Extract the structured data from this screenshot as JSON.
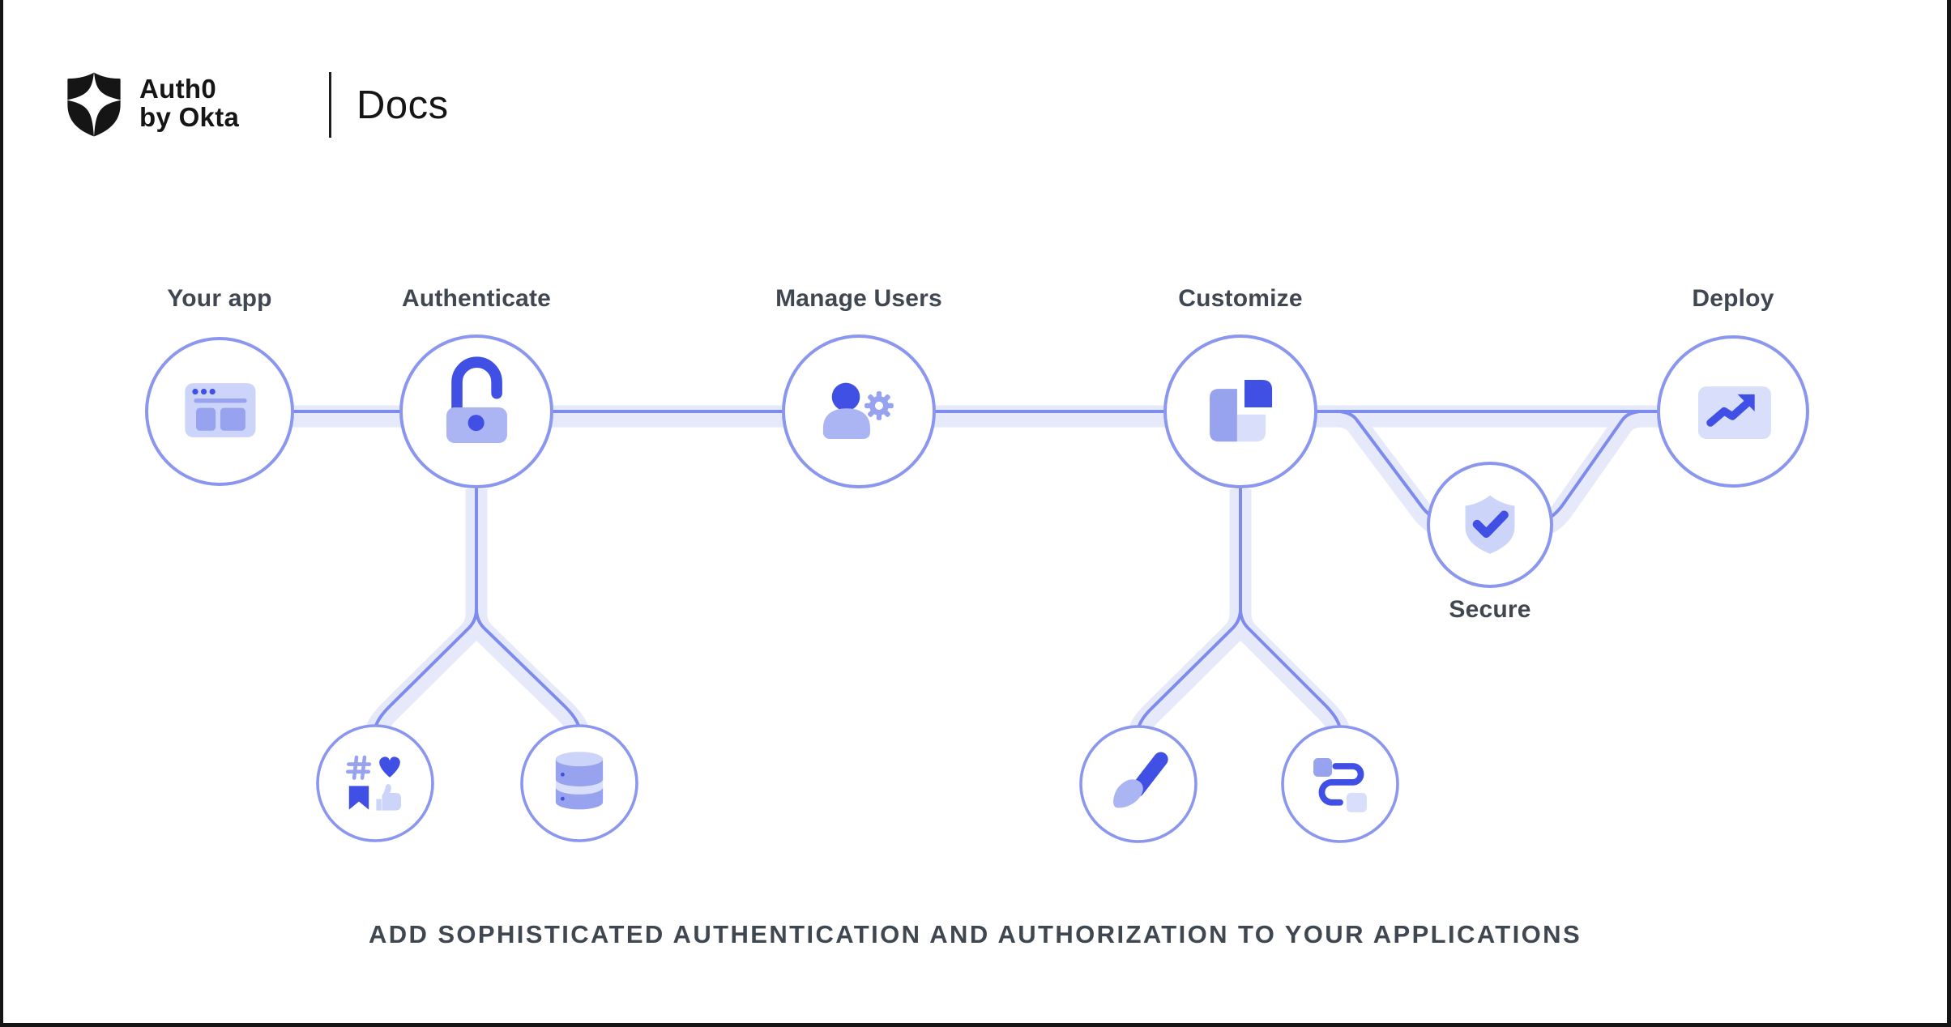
{
  "header": {
    "brand_line1": "Auth0",
    "brand_line2": "by Okta",
    "product": "Docs"
  },
  "diagram": {
    "nodes": [
      {
        "id": "your-app",
        "label": "Your app",
        "icon": "browser-window-icon"
      },
      {
        "id": "authenticate",
        "label": "Authenticate",
        "icon": "open-padlock-icon"
      },
      {
        "id": "manage-users",
        "label": "Manage Users",
        "icon": "user-gear-icon"
      },
      {
        "id": "customize",
        "label": "Customize",
        "icon": "layout-blocks-icon"
      },
      {
        "id": "deploy",
        "label": "Deploy",
        "icon": "trend-up-chart-icon"
      },
      {
        "id": "secure",
        "label": "Secure",
        "icon": "shield-check-icon"
      }
    ],
    "sub_nodes": [
      {
        "parent": "authenticate",
        "icon": "social-engagement-icons"
      },
      {
        "parent": "authenticate",
        "icon": "database-icon"
      },
      {
        "parent": "customize",
        "icon": "paintbrush-icon"
      },
      {
        "parent": "customize",
        "icon": "flow-route-icon"
      }
    ]
  },
  "tagline": "ADD SOPHISTICATED AUTHENTICATION AND AUTHORIZATION TO YOUR APPLICATIONS",
  "colors": {
    "blue_dark": "#4150e4",
    "lavender_mid": "#97a3ef",
    "lavender": "#abb5f3",
    "lavender_light": "#ccd4f9",
    "lavender_xlight": "#d9dffb",
    "band": "#e6e9f9",
    "line": "#7d8bec",
    "circle_stroke": "#8b96ee",
    "text_dark": "#3f4751",
    "logo_black": "#151515"
  }
}
